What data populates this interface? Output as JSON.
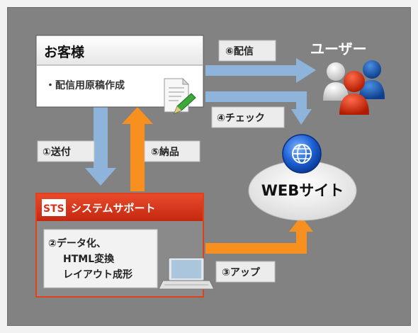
{
  "customer": {
    "title": "お客様",
    "task": "・配信用原稿作成"
  },
  "support": {
    "logo": "STS",
    "name": "システムサポート",
    "task_lines": [
      "②データ化、",
      "HTML変換",
      "レイアウト成形"
    ]
  },
  "labels": {
    "send": "①送付",
    "deliver": "⑤納品",
    "upload": "③アップ",
    "check": "④チェック",
    "distribute": "⑥配信"
  },
  "users": {
    "title": "ユーザー"
  },
  "website": {
    "label": "WEBサイト"
  },
  "colors": {
    "blue_arrow": "#8fb4dc",
    "orange_arrow": "#f7901e",
    "sts_red": "#d8321a",
    "panel": "#828282"
  },
  "icons": [
    "document-pencil-icon",
    "laptop-icon",
    "globe-icon",
    "users-icon"
  ]
}
